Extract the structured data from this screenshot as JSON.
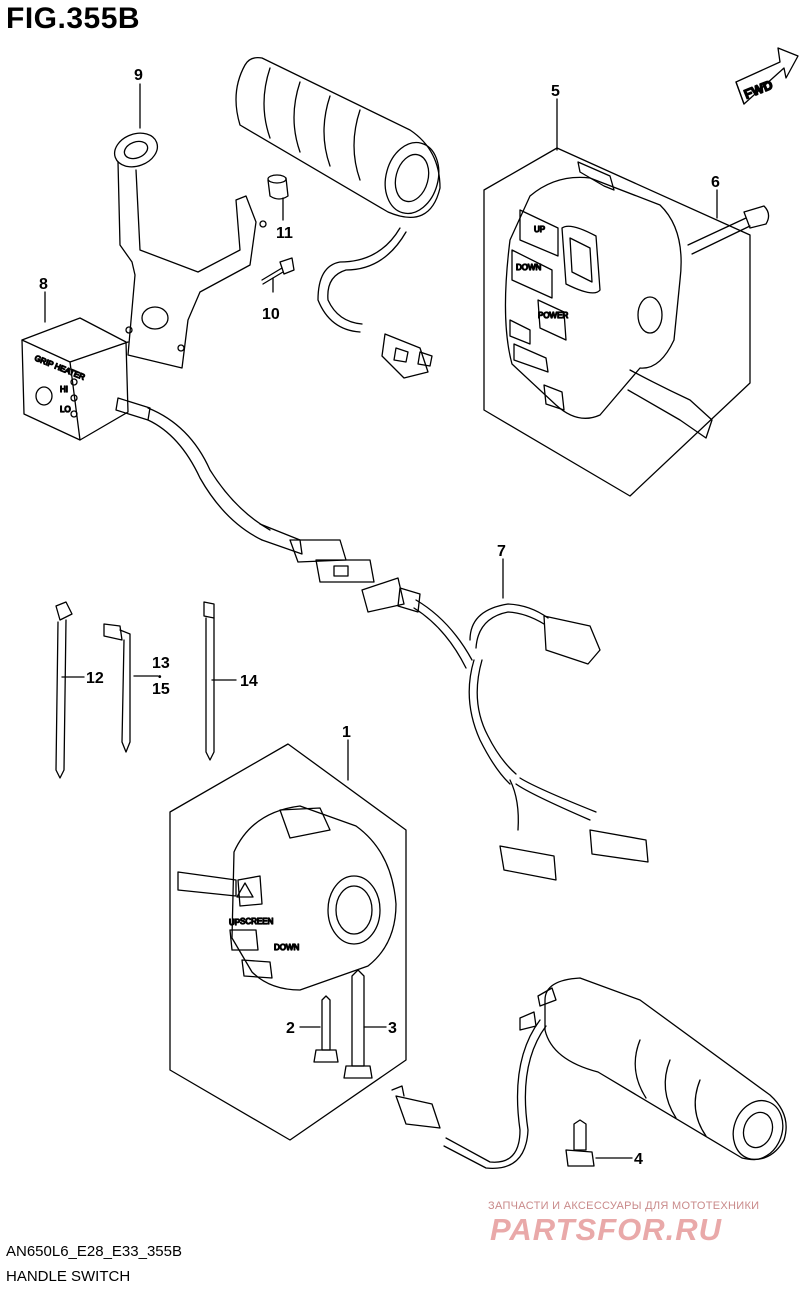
{
  "figure": {
    "title": "FIG.355B",
    "code": "AN650L6_E28_E33_355B",
    "caption": "HANDLE SWITCH"
  },
  "fwd_label": "FWD",
  "parts": [
    {
      "num": "1"
    },
    {
      "num": "2"
    },
    {
      "num": "3"
    },
    {
      "num": "4"
    },
    {
      "num": "5"
    },
    {
      "num": "6"
    },
    {
      "num": "7"
    },
    {
      "num": "8"
    },
    {
      "num": "9"
    },
    {
      "num": "10"
    },
    {
      "num": "11"
    },
    {
      "num": "12"
    },
    {
      "num": "13"
    },
    {
      "num": "15"
    },
    {
      "num": "14"
    }
  ],
  "switch_labels": {
    "up": "UP",
    "down": "DOWN",
    "power": "POWER",
    "grip_heater": "GRIP HEATER",
    "hi": "HI",
    "lo": "LO",
    "screen": "SCREEN",
    "down_left": "DOWN",
    "up_left": "UP"
  },
  "watermark": {
    "line1": "ЗАПЧАСТИ И АКСЕССУАРЫ ДЛЯ МОТОТЕХНИКИ",
    "line2": "PARTSFOR.RU"
  }
}
